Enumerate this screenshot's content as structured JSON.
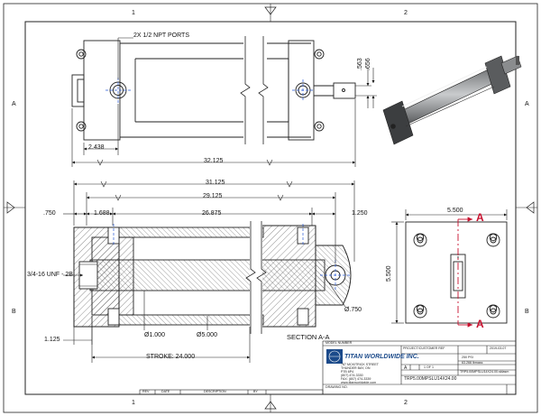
{
  "zones": {
    "top": [
      "1",
      "2"
    ],
    "bottom": [
      "1",
      "2"
    ],
    "left": [
      "A",
      "B"
    ],
    "right": [
      "A",
      "B"
    ]
  },
  "top_view": {
    "ports_callout": "2X 1/2 NPT PORTS",
    "dim_port_offset": "2.438",
    "dim_overall_length": "32.125",
    "dim_rod_a": ".563",
    "dim_rod_b": ".656"
  },
  "section_view": {
    "dim_31125": "31.125",
    "dim_29125": "29.125",
    "dim_0750": ".750",
    "dim_1688": "1.688",
    "dim_26875": "26.875",
    "dim_1250": "1.250",
    "thread_callout": "3/4-16 UNF - 2B",
    "dim_1125": "1.125",
    "rod_dia": "Ø1.000",
    "bore_dia": "Ø5.000",
    "pin_dia": "Ø.750",
    "stroke": "STROKE: 24.000",
    "section_label": "SECTION A-A"
  },
  "end_view": {
    "dim_width": "5.500",
    "dim_height": "5.500",
    "cut_label_top": "A",
    "cut_label_bottom": "A"
  },
  "colors": {
    "section_arrow": "#c8102e",
    "hidden_line": "#2a5bd7",
    "logo": "#1b4a8a"
  },
  "title_block": {
    "model_number_header": "MODEL NUMBER",
    "project_header": "PROJECT/CUSTOMER REF",
    "date": "2019-03-07",
    "pressure": "250 PSI",
    "weight": "63.266 lbmass",
    "company_name": "TITAN WORLDWIDE INC.",
    "address_lines": [
      "787 MCKITRICK STREET",
      "THUNDER BAY, ON",
      "P7B 6P4",
      "(807) 474-3330",
      "FAX: (807) 474-3339",
      "www.titanworldwide.com"
    ],
    "size": "A",
    "sheet": "1 OF 1",
    "filename": "TRP5.00MPSLU14X24.00.sldasm",
    "model_number": "TRP5.00MPSLU14X24.00",
    "drawing_no_label": "DRAWING NO."
  },
  "revision_block": {
    "headers": [
      "REV",
      "DATE",
      "DESCRIPTION",
      "BY"
    ]
  }
}
